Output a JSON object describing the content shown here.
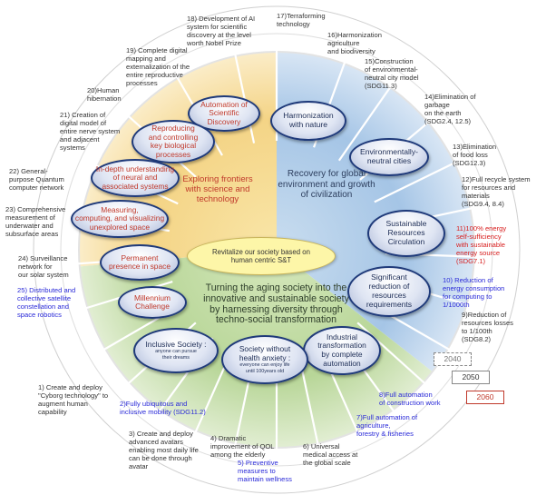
{
  "center": "Revitalize our society based on\nhuman centric S&T",
  "themes": {
    "science": "Exploring frontiers\nwith science and\ntechnology",
    "environment": "Recovery for global\nenvironment and growth\nof civilization",
    "society": "Turning the aging society into the\ninnovative and sustainable society\nby harnessing diversity through\ntechno-social transformation"
  },
  "nodes": {
    "ai_discovery": "Automation of\nScientific\nDiscovery",
    "biological": "Reproducing\nand controlling\nkey biological\nprocesses",
    "neural": "In-depth understanding\nof neural and\nassociated systems",
    "unexplored": "Measuring,\ncomputing, and visualizing\nunexplored space",
    "space": "Permanent\npresence in space",
    "millennium": "Millennium\nChallenge",
    "harmonization": "Harmonization\nwith nature",
    "neutral_cities": "Environmentally-\nneutral cities",
    "circulation": "Sustainable\nResources\nCirculation",
    "resources": "Significant\nreduction of\nresources\nrequirements",
    "industrial": "Industrial\ntransformation\nby complete\nautomation",
    "health_title": "Society without\nhealth anxiety :",
    "health_sub": "everyone can enjoy life\nuntil 100years old",
    "inclusive_title": "Inclusive Society :",
    "inclusive_sub": "anyone can pursue\ntheir dreams"
  },
  "goals": {
    "g1": "1) Create and deploy\n\"Cyborg technology\" to\naugment human\ncapability",
    "g2": "2)Fully ubiquitous and\ninclusive mobility (SDG11.2)",
    "g3": "3) Create and deploy\nadvanced avatars\nenabling most daily life\ncan be done through\navatar",
    "g4": "4) Dramatic\nimprovement of QOL\namong the elderly",
    "g5": "5) Preventive\nmeasures to\nmaintain wellness",
    "g6": "6) Universal\nmedical access at\nthe global scale",
    "g7": "7)Full automation of\nagriculture,\nforestry & fisheries",
    "g8": "8)Full automation\nof construction work",
    "g9": "9)Reduction of\nresources losses\nto 1/100th\n(SDG8.2)",
    "g10": "10) Reduction of\nenergy consumption\nfor computing to\n1/1000th",
    "g11": "11)100% energy\nself-sufficiency\nwith sustainable\nenergy source\n(SDG7.1)",
    "g12": "12)Full recycle system\nfor resources and\nmaterials\n(SDG9.4, 8.4)",
    "g13": "13)Elimination\nof food loss\n(SDG12.3)",
    "g14": "14)Elimination of\ngarbage\non the earth\n(SDG2.4, 12.5)",
    "g15": "15)Construction\nof environmental-\nneutral city model\n(SDG11.3)",
    "g16": "16)Harmonization\nagriculture\nand biodiversity",
    "g17": "17)Terraforming\ntechnology",
    "g18": "18) Development of AI\nsystem for scientific\ndiscovery at the level\nworth Nobel Prize",
    "g19": "19) Complete digital\nmapping and\nexternalization of the\nentire reproductive\nprocesses",
    "g20": "20)Human\nhibernation",
    "g21": "21) Creation of\ndigital model of\nentire nerve system\nand adjacent\nsystems",
    "g22": "22) General-\npurpose Quantum\ncomputer network",
    "g23": "23) Comprehensive\nmeasurement of\nunderwater and\nsubsurface areas",
    "g24": "24) Surveillance\nnetwork for\nour solar system",
    "g25": "25) Distributed and\ncollective satellite\nconstellation and\nspace robotics"
  },
  "years": [
    "2040",
    "2050",
    "2060"
  ],
  "colors": {
    "science_sector": "#f6d890",
    "environment_sector": "#a9c8e8",
    "society_sector": "#bcd99c",
    "center_fill": "#fdf6a8",
    "red_year": "#c0392b"
  }
}
